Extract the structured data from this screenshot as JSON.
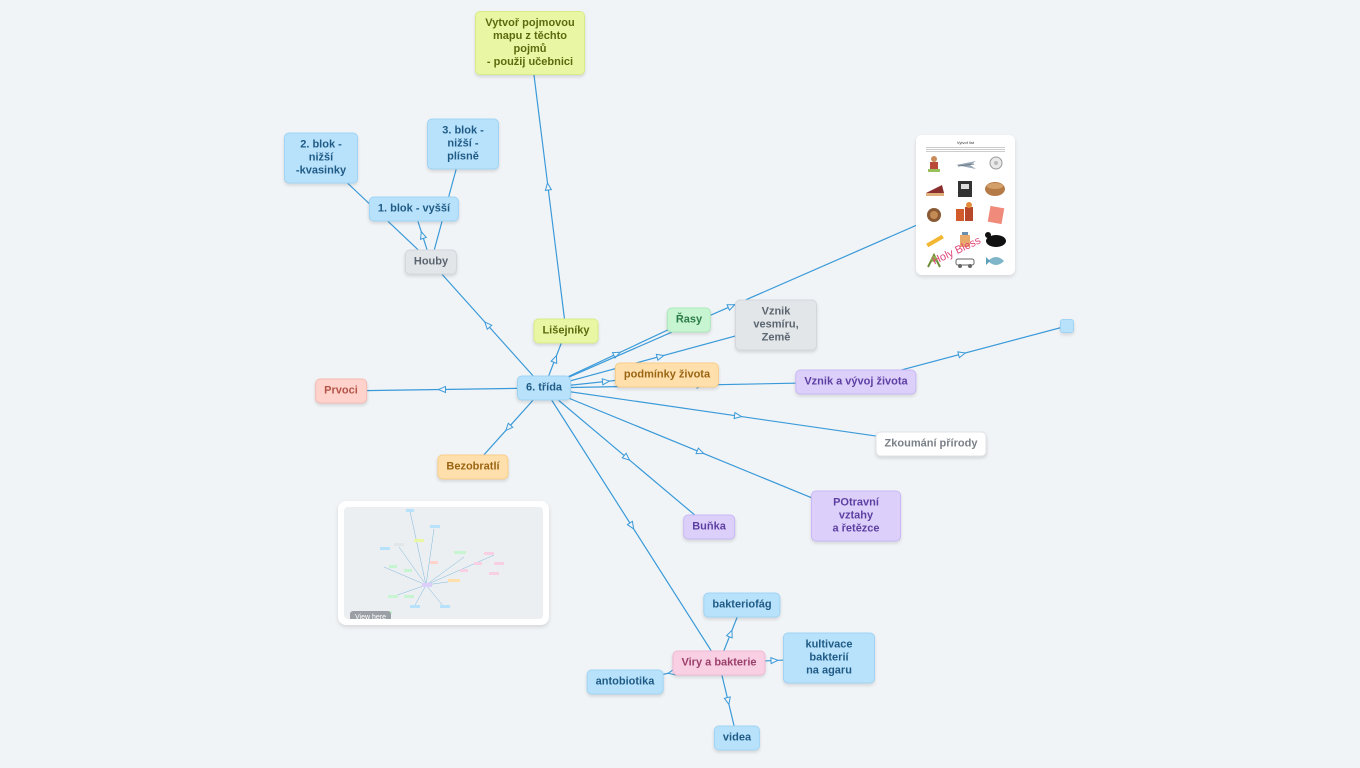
{
  "colors": {
    "edge": "#3a9ad9",
    "background": "#f1f4f7"
  },
  "map": {
    "nodes": [
      {
        "id": "center",
        "label": "6. třída",
        "color": "blue"
      },
      {
        "id": "vytvor",
        "label": "Vytvoř pojmovou\nmapu z těchto pojmů\n- použij učebnici",
        "color": "yellow"
      },
      {
        "id": "houby",
        "label": "Houby",
        "color": "gray"
      },
      {
        "id": "blok1",
        "label": "1. blok - vyšší",
        "color": "blue"
      },
      {
        "id": "blok2",
        "label": "2. blok - nižší\n-kvasinky",
        "color": "blue"
      },
      {
        "id": "blok3",
        "label": "3. blok -\nnižší - plísně",
        "color": "blue"
      },
      {
        "id": "lisejniky",
        "label": "Lišejníky",
        "color": "yellow"
      },
      {
        "id": "rasy",
        "label": "Řasy",
        "color": "green"
      },
      {
        "id": "vesmir",
        "label": "Vznik vesmíru,\nZemě",
        "color": "gray"
      },
      {
        "id": "podminky",
        "label": "podmínky života",
        "color": "orange"
      },
      {
        "id": "vznik",
        "label": "Vznik a vývoj života",
        "color": "purple"
      },
      {
        "id": "empty",
        "label": "",
        "color": "empty"
      },
      {
        "id": "prvoci",
        "label": "Prvoci",
        "color": "red"
      },
      {
        "id": "bezobratli",
        "label": "Bezobratlí",
        "color": "orange"
      },
      {
        "id": "zkoumani",
        "label": "Zkoumání přírody",
        "color": "white"
      },
      {
        "id": "potravni",
        "label": "POtravní vztahy\na řetězce",
        "color": "purple"
      },
      {
        "id": "bunka",
        "label": "Buňka",
        "color": "purple"
      },
      {
        "id": "viry",
        "label": "Viry a bakterie",
        "color": "pink"
      },
      {
        "id": "bakteriofag",
        "label": "bakteriofág",
        "color": "blue"
      },
      {
        "id": "kultivace",
        "label": "kultivace bakterií\nna agaru",
        "color": "blue"
      },
      {
        "id": "antobiotika",
        "label": "antobiotika",
        "color": "blue"
      },
      {
        "id": "videa",
        "label": "videa",
        "color": "blue"
      }
    ],
    "edges": [
      {
        "from": "center",
        "to": "houby"
      },
      {
        "from": "houby",
        "to": "blok1"
      },
      {
        "from": "houby",
        "to": "blok2"
      },
      {
        "from": "houby",
        "to": "blok3"
      },
      {
        "from": "lisejniky",
        "to": "vytvor"
      },
      {
        "from": "center",
        "to": "lisejniky"
      },
      {
        "from": "center",
        "to": "rasy"
      },
      {
        "from": "center",
        "to": "vesmir"
      },
      {
        "from": "center",
        "to": "podminky"
      },
      {
        "from": "center",
        "to": "vznik"
      },
      {
        "from": "vznik",
        "to": "empty"
      },
      {
        "from": "center",
        "to": "prvoci"
      },
      {
        "from": "center",
        "to": "bezobratli"
      },
      {
        "from": "center",
        "to": "zkoumani"
      },
      {
        "from": "center",
        "to": "potravni"
      },
      {
        "from": "center",
        "to": "bunka"
      },
      {
        "from": "center",
        "to": "viry"
      },
      {
        "from": "center",
        "to": "image"
      },
      {
        "from": "viry",
        "to": "bakteriofag"
      },
      {
        "from": "viry",
        "to": "kultivace"
      },
      {
        "from": "viry",
        "to": "antobiotika"
      },
      {
        "from": "viry",
        "to": "videa"
      }
    ]
  },
  "image_card": {
    "title": "Vytvoř list",
    "stamp": "Holy Bless",
    "icons": [
      "person-icon",
      "plane-icon",
      "toilet-paper-icon",
      "cake-icon",
      "cash-machine-icon",
      "bread-icon",
      "cookies-icon",
      "drinks-icon",
      "book-icon",
      "pencil-icon",
      "jars-icon",
      "leopard-icon",
      "frog-icon",
      "car-icon",
      "fish-icon"
    ]
  },
  "preview": {
    "button_label": "View here"
  }
}
